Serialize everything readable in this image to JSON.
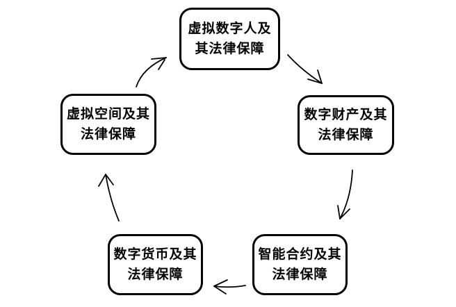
{
  "diagram": {
    "type": "cycle-diagram",
    "colors": {
      "background": "#ffffff",
      "stroke": "#000000",
      "node_border": "#000000",
      "node_fill": "#ffffff",
      "text": "#000000"
    },
    "nodes": [
      {
        "id": "virtual-digital-human",
        "position": "top",
        "line1": "虚拟数字人及",
        "line2": "其法律保障"
      },
      {
        "id": "digital-property",
        "position": "right",
        "line1": "数字财产及其",
        "line2": "法律保障"
      },
      {
        "id": "smart-contract",
        "position": "bottom-right",
        "line1": "智能合约及其",
        "line2": "法律保障"
      },
      {
        "id": "digital-currency",
        "position": "bottom-left",
        "line1": "数字货币及其",
        "line2": "法律保障"
      },
      {
        "id": "virtual-space",
        "position": "left",
        "line1": "虚拟空间及其",
        "line2": "法律保障"
      }
    ],
    "arrows": [
      {
        "name": "top-to-right",
        "from_node": 0,
        "to_node": 1
      },
      {
        "name": "right-to-bottom-right",
        "from_node": 1,
        "to_node": 2
      },
      {
        "name": "bottom-right-to-bottom-left",
        "from_node": 2,
        "to_node": 3
      },
      {
        "name": "bottom-left-to-left",
        "from_node": 3,
        "to_node": 4
      },
      {
        "name": "left-to-top",
        "from_node": 4,
        "to_node": 0
      }
    ]
  }
}
